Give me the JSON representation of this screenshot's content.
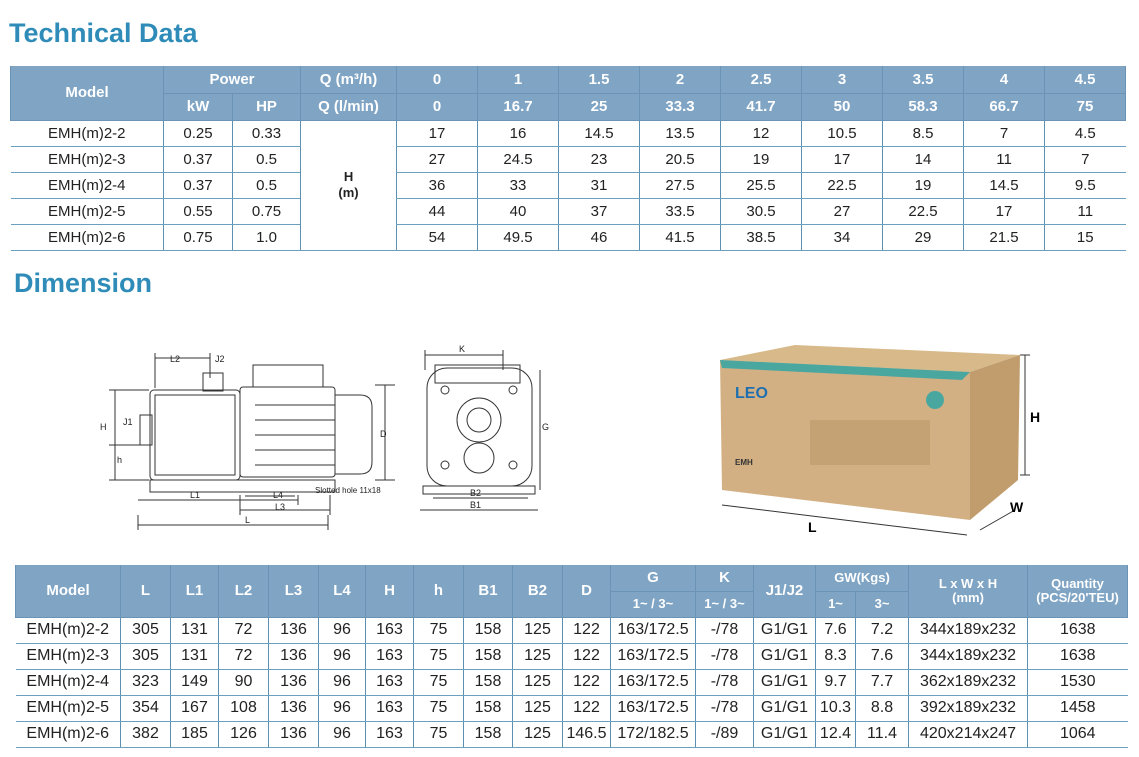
{
  "technical": {
    "title": "Technical Data",
    "headers": {
      "model": "Model",
      "power": "Power",
      "kw": "kW",
      "hp": "HP",
      "q_m3h": "Q (m³/h)",
      "q_lmin": "Q (l/min)",
      "h_unit_1": "H",
      "h_unit_2": "(m)"
    },
    "flow_m3h": [
      "0",
      "1",
      "1.5",
      "2",
      "2.5",
      "3",
      "3.5",
      "4",
      "4.5"
    ],
    "flow_lmin": [
      "0",
      "16.7",
      "25",
      "33.3",
      "41.7",
      "50",
      "58.3",
      "66.7",
      "75"
    ],
    "rows": [
      {
        "model": "EMH(m)2-2",
        "kw": "0.25",
        "hp": "0.33",
        "h": [
          "17",
          "16",
          "14.5",
          "13.5",
          "12",
          "10.5",
          "8.5",
          "7",
          "4.5"
        ]
      },
      {
        "model": "EMH(m)2-3",
        "kw": "0.37",
        "hp": "0.5",
        "h": [
          "27",
          "24.5",
          "23",
          "20.5",
          "19",
          "17",
          "14",
          "11",
          "7"
        ]
      },
      {
        "model": "EMH(m)2-4",
        "kw": "0.37",
        "hp": "0.5",
        "h": [
          "36",
          "33",
          "31",
          "27.5",
          "25.5",
          "22.5",
          "19",
          "14.5",
          "9.5"
        ]
      },
      {
        "model": "EMH(m)2-5",
        "kw": "0.55",
        "hp": "0.75",
        "h": [
          "44",
          "40",
          "37",
          "33.5",
          "30.5",
          "27",
          "22.5",
          "17",
          "11"
        ]
      },
      {
        "model": "EMH(m)2-6",
        "kw": "0.75",
        "hp": "1.0",
        "h": [
          "54",
          "49.5",
          "46",
          "41.5",
          "38.5",
          "34",
          "29",
          "21.5",
          "15"
        ]
      }
    ]
  },
  "dimension": {
    "title": "Dimension",
    "drawing_labels": {
      "l2": "L2",
      "j2": "J2",
      "h": "H",
      "j1": "J1",
      "h_small": "h",
      "l1": "L1",
      "l4": "L4",
      "l3": "L3",
      "l": "L",
      "slot": "Slotted hole 11x18",
      "d": "D",
      "k": "K",
      "g": "G",
      "b2": "B2",
      "b1": "B1"
    },
    "box_labels": {
      "brand": "LEO",
      "model": "EMH",
      "h": "H",
      "w": "W",
      "l": "L"
    },
    "headers": {
      "model": "Model",
      "L": "L",
      "L1": "L1",
      "L2": "L2",
      "L3": "L3",
      "L4": "L4",
      "H": "H",
      "h": "h",
      "B1": "B1",
      "B2": "B2",
      "D": "D",
      "G": "G",
      "K": "K",
      "G_sub": "1~ / 3~",
      "K_sub": "1~ / 3~",
      "J": "J1/J2",
      "GW": "GW(Kgs)",
      "GW1": "1~",
      "GW3": "3~",
      "LWH": "L x W x H",
      "LWH_unit": "(mm)",
      "qty": "Quantity",
      "qty_unit": "(PCS/20'TEU)"
    },
    "rows": [
      [
        "EMH(m)2-2",
        "305",
        "131",
        "72",
        "136",
        "96",
        "163",
        "75",
        "158",
        "125",
        "122",
        "163/172.5",
        "-/78",
        "G1/G1",
        "7.6",
        "7.2",
        "344x189x232",
        "1638"
      ],
      [
        "EMH(m)2-3",
        "305",
        "131",
        "72",
        "136",
        "96",
        "163",
        "75",
        "158",
        "125",
        "122",
        "163/172.5",
        "-/78",
        "G1/G1",
        "8.3",
        "7.6",
        "344x189x232",
        "1638"
      ],
      [
        "EMH(m)2-4",
        "323",
        "149",
        "90",
        "136",
        "96",
        "163",
        "75",
        "158",
        "125",
        "122",
        "163/172.5",
        "-/78",
        "G1/G1",
        "9.7",
        "7.7",
        "362x189x232",
        "1530"
      ],
      [
        "EMH(m)2-5",
        "354",
        "167",
        "108",
        "136",
        "96",
        "163",
        "75",
        "158",
        "125",
        "122",
        "163/172.5",
        "-/78",
        "G1/G1",
        "10.3",
        "8.8",
        "392x189x232",
        "1458"
      ],
      [
        "EMH(m)2-6",
        "382",
        "185",
        "126",
        "136",
        "96",
        "163",
        "75",
        "158",
        "125",
        "146.5",
        "172/182.5",
        "-/89",
        "G1/G1",
        "12.4",
        "11.4",
        "420x214x247",
        "1064"
      ]
    ]
  }
}
